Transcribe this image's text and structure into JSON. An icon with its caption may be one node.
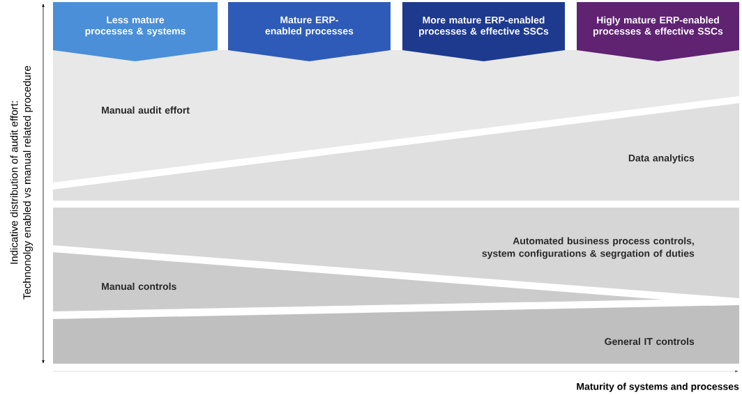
{
  "diagram": {
    "nodes": [
      {
        "text": [
          "Less mature processes & systems"
        ]
      },
      {
        "text": [
          "Mature ERP-enabled processes"
        ]
      },
      {
        "text": [
          "More mature ERP-enabled processes & effective SSCs"
        ]
      },
      {
        "text": [
          "Higly mature ERP-enabled processes & effective SSCs"
        ]
      },
      {
        "text": [
          "Manual audit effort"
        ]
      },
      {
        "text": [
          "Data analytics"
        ]
      },
      {
        "text": [
          "Automated business process controls, system configurations & segrgation of duties"
        ]
      },
      {
        "text": [
          "Manual controls"
        ]
      },
      {
        "text": [
          "General IT controls"
        ]
      }
    ],
    "edges": [],
    "labels": [
      "Indicative distribution of audit effort:",
      "Technonolgy enabled vs manual related procedure",
      "Maturity of systems and processes"
    ]
  }
}
